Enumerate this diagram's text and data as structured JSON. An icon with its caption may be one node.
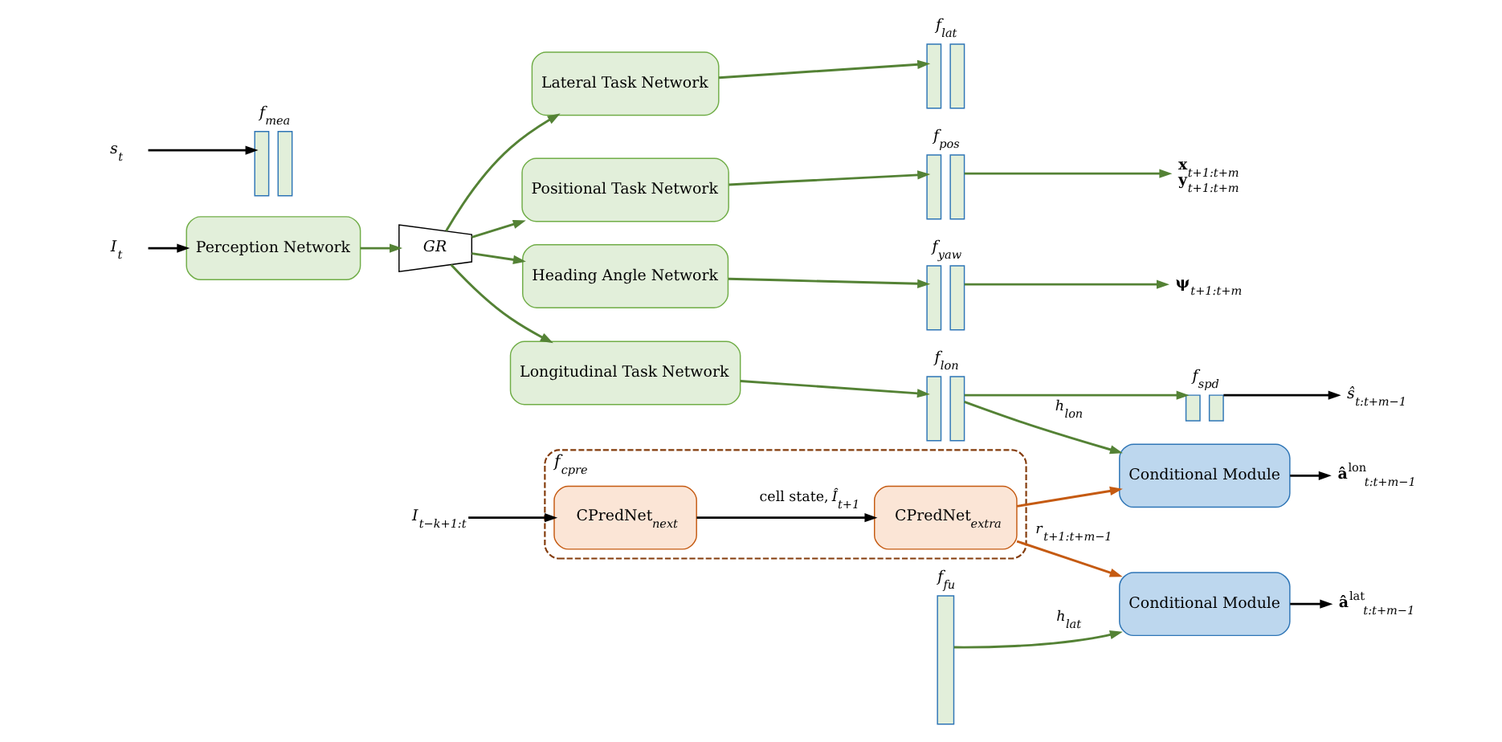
{
  "diagram": {
    "nodes": [
      {
        "text": [
          "*I*$_{t}$"
        ]
      },
      {
        "text": [
          "Perception Network"
        ]
      },
      {
        "text": [
          "GR"
        ]
      },
      {
        "text": [
          "Positional Task Network"
        ]
      },
      {
        "text": [
          "Heading Angle Network"
        ]
      },
      {
        "text": [
          "Longitudinal Task Network"
        ]
      },
      {
        "text": [
          "Lateral Task Network"
        ]
      },
      {
        "text": [
          "*f*$_{pos}$"
        ]
      },
      {
        "text": [
          "**x**$_{t+1:t+m}$",
          "**y**$_{t+1:t+m}$"
        ]
      },
      {
        "text": [
          "*f*$_{yaw}$"
        ]
      },
      {
        "text": [
          "**ψ**$_{t+1:t+m}$"
        ]
      },
      {
        "text": [
          "*f*$_{lon}$"
        ]
      },
      {
        "text": [
          "*f*$_{spd}$"
        ]
      },
      {
        "text": [
          "*ŝ*$_{t:t+m−1}$"
        ]
      },
      {
        "text": [
          "*f*$_{lat}$"
        ]
      },
      {
        "text": [
          "*s*$_{t}$"
        ]
      },
      {
        "text": [
          "*f*$_{mea}$"
        ]
      },
      {
        "text": [
          "*f*$_{fu}$"
        ]
      },
      {
        "text": [
          "Conditional Module"
        ]
      },
      {
        "text": [
          "**â**$^{lon}$$_{t:t+m−1}$"
        ]
      },
      {
        "text": [
          "Conditional Module"
        ]
      },
      {
        "text": [
          "**â**$^{lat}$$_{t:t+m−1}$"
        ]
      },
      {
        "text": [
          "*f*$_{cpre}$"
        ]
      },
      {
        "text": [
          "*I*$_{t−k+1:t}$"
        ]
      },
      {
        "text": [
          "CPredNet$_{next}$"
        ],
        "in": 22
      },
      {
        "text": [
          "CPredNet$_{extra}$"
        ],
        "in": 22
      }
    ],
    "edges": [
      {
        "from": 0,
        "to": 1,
        "arrow": "to",
        "color": "#000000"
      },
      {
        "from": 1,
        "to": 2,
        "arrow": "to"
      },
      {
        "from": 2,
        "to": 3,
        "arrow": "to"
      },
      {
        "from": 2,
        "to": 4,
        "arrow": "to"
      },
      {
        "from": 2,
        "to": 5,
        "arrow": "to"
      },
      {
        "from": 2,
        "to": 6,
        "arrow": "to"
      },
      {
        "from": 3,
        "to": 7,
        "arrow": "to"
      },
      {
        "from": 7,
        "to": 8,
        "arrow": "to"
      },
      {
        "from": 4,
        "to": 9,
        "arrow": "to"
      },
      {
        "from": 9,
        "to": 10,
        "arrow": "to"
      },
      {
        "from": 5,
        "to": 11,
        "arrow": "to"
      },
      {
        "from": 11,
        "to": 12,
        "arrow": "to"
      },
      {
        "from": 12,
        "to": 13,
        "arrow": "to",
        "color": "#000000"
      },
      {
        "from": 11,
        "to": 18,
        "arrow": "to",
        "label": "*h*$_{lon}$"
      },
      {
        "from": 6,
        "to": 14,
        "arrow": "to"
      },
      {
        "from": 15,
        "to": 16,
        "arrow": "to",
        "color": "#000000"
      },
      {
        "from": 17,
        "to": 20,
        "arrow": "to",
        "label": "*h*$_{lat}$"
      },
      {
        "from": 25,
        "to": 18,
        "arrow": "to",
        "color": "#c55a11"
      },
      {
        "from": 25,
        "to": 20,
        "arrow": "to",
        "color": "#c55a11",
        "label": "*r*$_{t+1:t+m−1}$"
      },
      {
        "from": 18,
        "to": 19,
        "arrow": "to",
        "color": "#000000"
      },
      {
        "from": 20,
        "to": 21,
        "arrow": "to",
        "color": "#000000"
      },
      {
        "from": 23,
        "to": 24,
        "arrow": "to",
        "color": "#000000"
      },
      {
        "from": 24,
        "to": 25,
        "arrow": "to",
        "color": "#000000",
        "label": "cell state, *Î*$_{t+1}$"
      }
    ]
  }
}
